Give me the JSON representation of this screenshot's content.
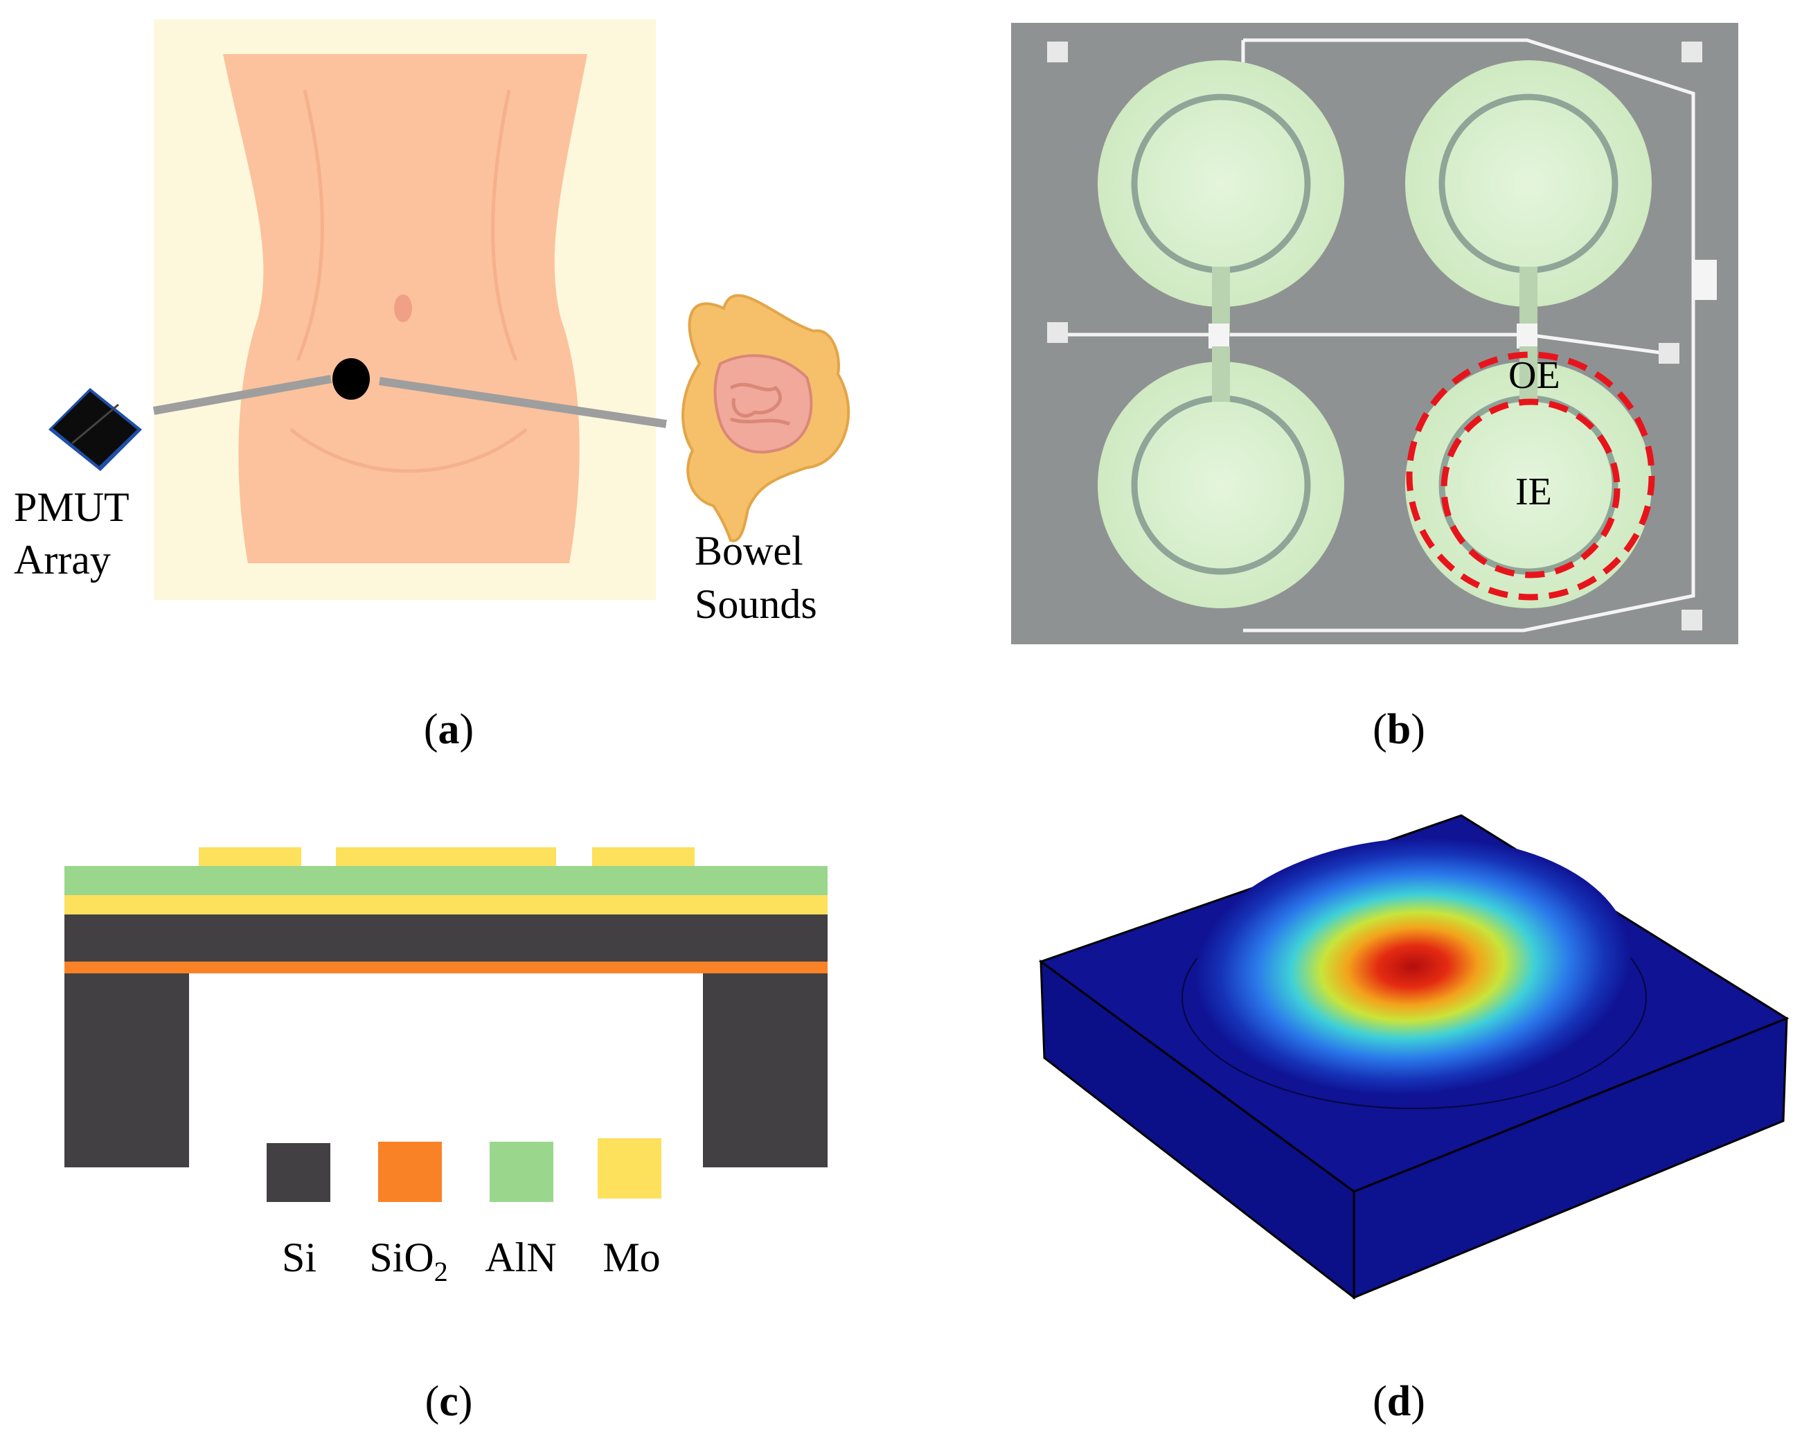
{
  "panel_a": {
    "label_letter": "a",
    "sensor_label_line1": "PMUT",
    "sensor_label_line2": "Array",
    "organ_label_line1": "Bowel",
    "organ_label_line2": "Sounds",
    "sensor_icon": "pmut-chip-icon",
    "organ_icon": "intestine-icon"
  },
  "panel_b": {
    "label_letter": "b",
    "outer_electrode_label": "OE",
    "inner_electrode_label": "IE",
    "highlight_color": "#e8141c"
  },
  "panel_c": {
    "label_letter": "c",
    "legend": [
      {
        "name": "Si",
        "color": "#434043"
      },
      {
        "name": "SiO",
        "sub": "2",
        "color": "#fa8226"
      },
      {
        "name": "AlN",
        "color": "#9bd68d"
      },
      {
        "name": "Mo",
        "color": "#fde05c"
      }
    ]
  },
  "panel_d": {
    "label_letter": "d",
    "colormap": [
      "#0a0a8c",
      "#1e5ae6",
      "#28c8e6",
      "#8ce650",
      "#f0dc28",
      "#f07814",
      "#d21414"
    ]
  }
}
